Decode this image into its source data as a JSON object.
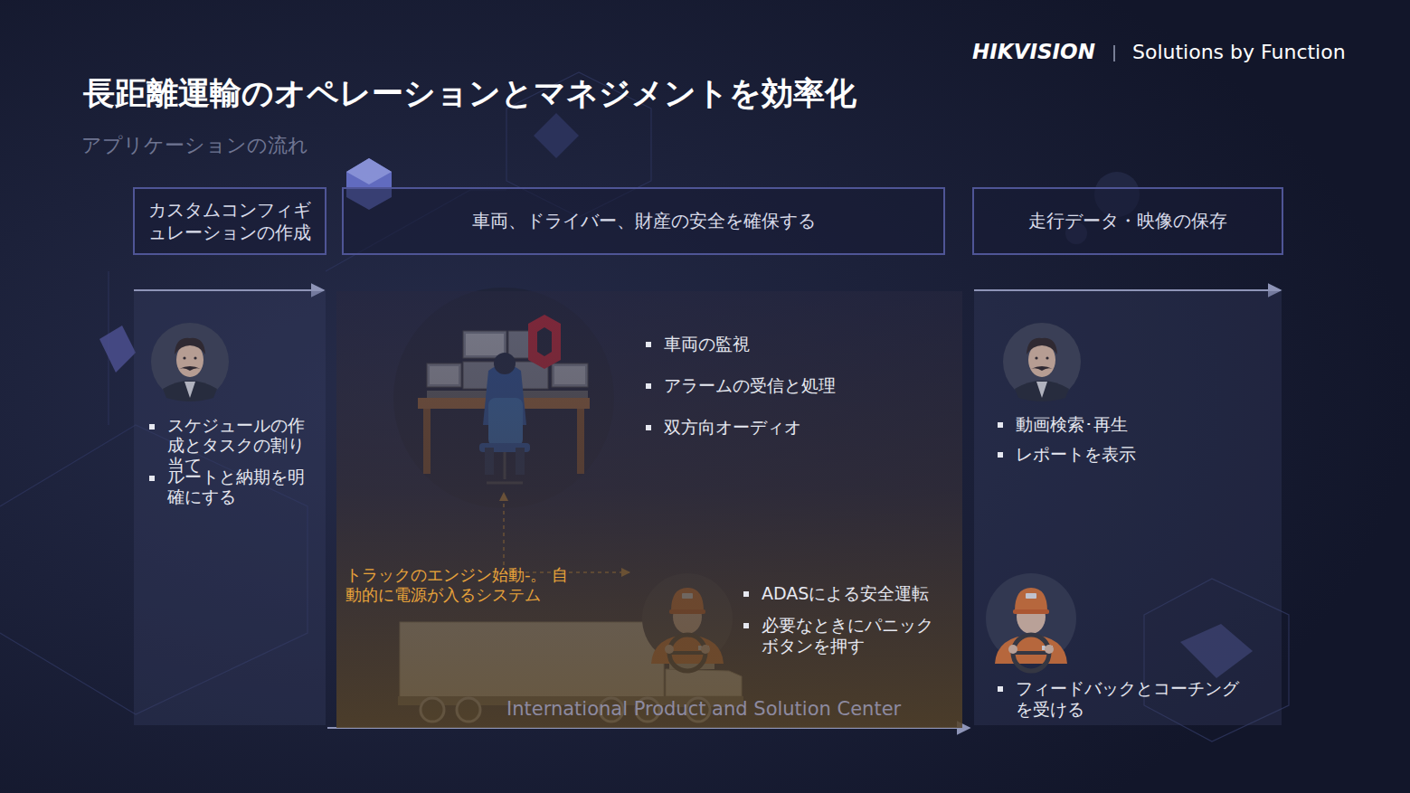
{
  "diagram": {
    "title": "長距離運輸のオペレーションとマネジメントを効率化",
    "nodes": [
      {
        "text": [
          "カスタムコンフィギュレーションの作成"
        ]
      },
      {
        "text": [
          "車両、ドライバー、財産の安全を確保する"
        ]
      },
      {
        "text": [
          "走行データ・映像の保存"
        ]
      },
      {
        "text": [
          "スケジュールの作成とタスクの割り当て",
          "ルートと納期を明確にする"
        ]
      },
      {
        "text": [
          "車両の監視",
          "アラームの受信と処理",
          "双方向オーディオ",
          "トラックのエンジン始動-。 自動的に電源が入るシステム",
          "ADASによる安全運転",
          "必要なときにパニックボタンを押す"
        ]
      },
      {
        "text": [
          "動画検索･再生",
          "レポートを表示",
          "フィードバックとコーチングを受ける"
        ]
      }
    ],
    "labels": [
      "アプリケーションの流れ",
      "HIKVISION",
      "Solutions by Function",
      "International Product and Solution Center"
    ]
  }
}
